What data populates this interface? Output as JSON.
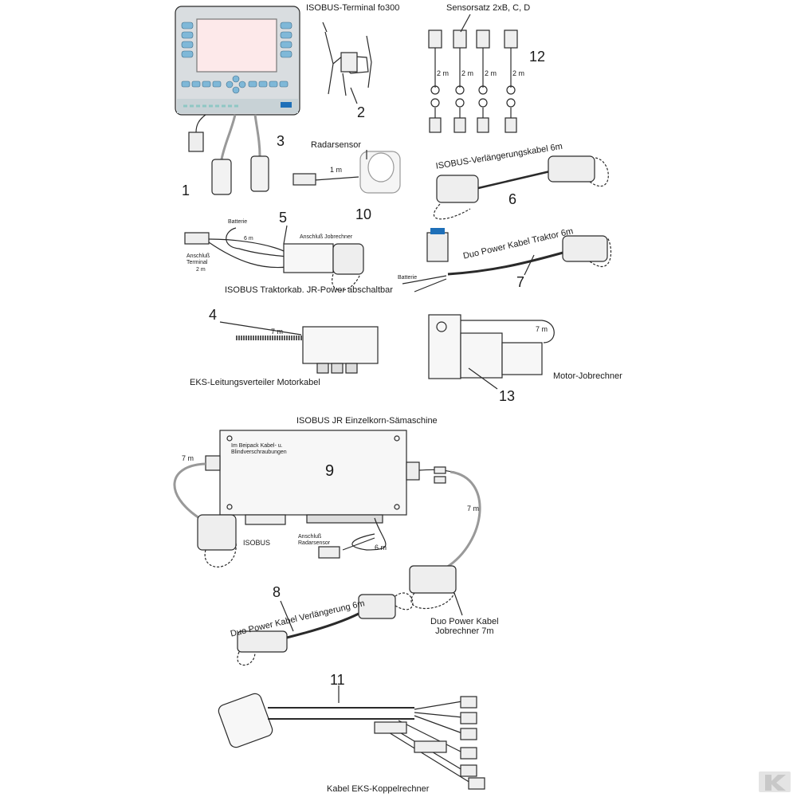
{
  "labels": {
    "terminal": "ISOBUS-Terminal fo300",
    "sensorset": "Sensorsatz 2xB, C, D",
    "radarsensor": "Radarsensor",
    "radar_len": "1 m",
    "isobus_ext": "ISOBUS-Verlängerungskabel 6m",
    "batterie_5": "Batterie",
    "len_6m_5": "6 m",
    "anschluss_jobrechner": "Anschluß Jobrechner",
    "anschluss_terminal": "Anschluß\nTerminal",
    "len_2m_5": "2 m",
    "traktorkabel": "ISOBUS Traktorkab. JR-Power abschaltbar",
    "duo_power_traktor": "Duo Power Kabel Traktor 6m",
    "batterie_7": "Batterie",
    "eks_len": "7 m",
    "eks_verteiler": "EKS-Leitungsverteiler Motorkabel",
    "motor_len": "7 m",
    "motor_jobrechner": "Motor-Jobrechner",
    "jr_einzelkorn": "ISOBUS JR Einzelkorn-Sämaschine",
    "beipack": "Im Beipack Kabel- u.\nBlindverschraubungen",
    "len_7m_left": "7 m",
    "len_7m_right": "7 m",
    "isobus_9": "ISOBUS",
    "anschluss_radar": "Anschluß\nRadarsensor",
    "len_6m_9": "6 m",
    "duo_power_verl": "Duo Power Kabel Verlängerung 6m",
    "duo_power_jr": "Duo Power Kabel\nJobrechner 7m",
    "eks_koppel": "Kabel EKS-Koppelrechner",
    "sensor_len": [
      "2 m",
      "2 m",
      "2 m",
      "2 m"
    ]
  },
  "numbers": {
    "n1": "1",
    "n2": "2",
    "n3": "3",
    "n4": "4",
    "n5": "5",
    "n6": "6",
    "n7": "7",
    "n8": "8",
    "n9": "9",
    "n10": "10",
    "n11": "11",
    "n12": "12",
    "n13": "13"
  },
  "colors": {
    "line": "#2a2a2a",
    "terminal_body": "#d9dde0",
    "terminal_screen": "#fde9ea",
    "terminal_keys": "#7fb8d8",
    "brand_accent": "#1e6fb8",
    "box_fill": "#f7f7f7",
    "watermark": "#c8c8c8"
  },
  "watermark_icon": "kramp-logo-icon"
}
